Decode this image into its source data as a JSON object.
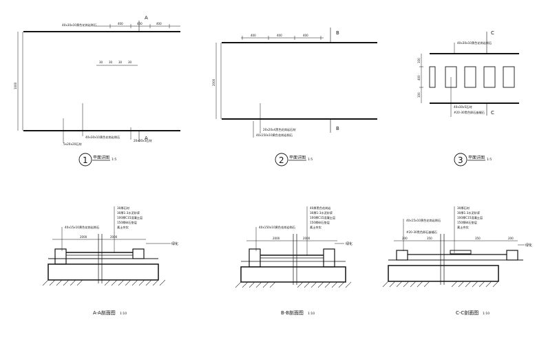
{
  "plans": [
    {
      "number": "1",
      "title": "平面详图",
      "scale": "1:5",
      "section_marks": [
        "A",
        "A"
      ],
      "callouts": [
        "40x30x10黄色花岗岩侧石",
        "40x30x10黄色花岗岩侧石",
        "5x20x20石材",
        "20x30x3石材"
      ],
      "dims_top": [
        "400",
        "400",
        "400"
      ],
      "dims_mid": [
        "30",
        "30",
        "30",
        "30"
      ],
      "dims_left": [
        "1000"
      ]
    },
    {
      "number": "2",
      "title": "平面详图",
      "scale": "1:5",
      "section_marks": [
        "B",
        "B"
      ],
      "callouts": [
        "20x20x4黑色花岗岩石材",
        "40x150x10黄色花岗岩侧石"
      ],
      "dims_top": [
        "400",
        "400",
        "400"
      ],
      "dims_left": [
        "2000"
      ]
    },
    {
      "number": "3",
      "title": "平面详图",
      "scale": "1:5",
      "section_marks": [
        "C",
        "C"
      ],
      "callouts": [
        "40x30x10黄色花岗岩侧石",
        "40x30x5石材",
        "#20-30黑色卵石嵌缝石"
      ],
      "dims_left": [
        "100",
        "400",
        "100"
      ]
    }
  ],
  "sections": [
    {
      "title": "A-A剖面图",
      "scale": "1:10",
      "notes": [
        "30厚石材",
        "30厚1:3水泥砂浆",
        "100厚C15混凝土层",
        "150厚碎石垫层",
        "素土夯实"
      ],
      "callout": "40x15x10黄色花岗岩侧石",
      "dims": [
        "2000",
        "2000"
      ],
      "edge_label": "绿化"
    },
    {
      "title": "B-B剖面图",
      "scale": "1:10",
      "notes": [
        "40厚黑色花岗岩",
        "30厚1:3水泥砂浆",
        "100厚C15混凝土层",
        "150厚碎石垫层",
        "素土夯实"
      ],
      "callout": "40x150x10黄色花岗岩侧石",
      "dims": [
        "2000",
        "2000"
      ],
      "edge_label": "绿化"
    },
    {
      "title": "C-C剖面图",
      "scale": "1:10",
      "notes": [
        "30厚石材",
        "30厚1:3水泥砂浆",
        "100厚C15混凝土层",
        "150厚碎石垫层",
        "素土夯实"
      ],
      "callouts": [
        "40x15x10黄色花岗岩侧石",
        "#20-30黑色卵石嵌缝石"
      ],
      "dims": [
        "200",
        "350",
        "350",
        "200"
      ],
      "edge_label": "绿化"
    }
  ]
}
